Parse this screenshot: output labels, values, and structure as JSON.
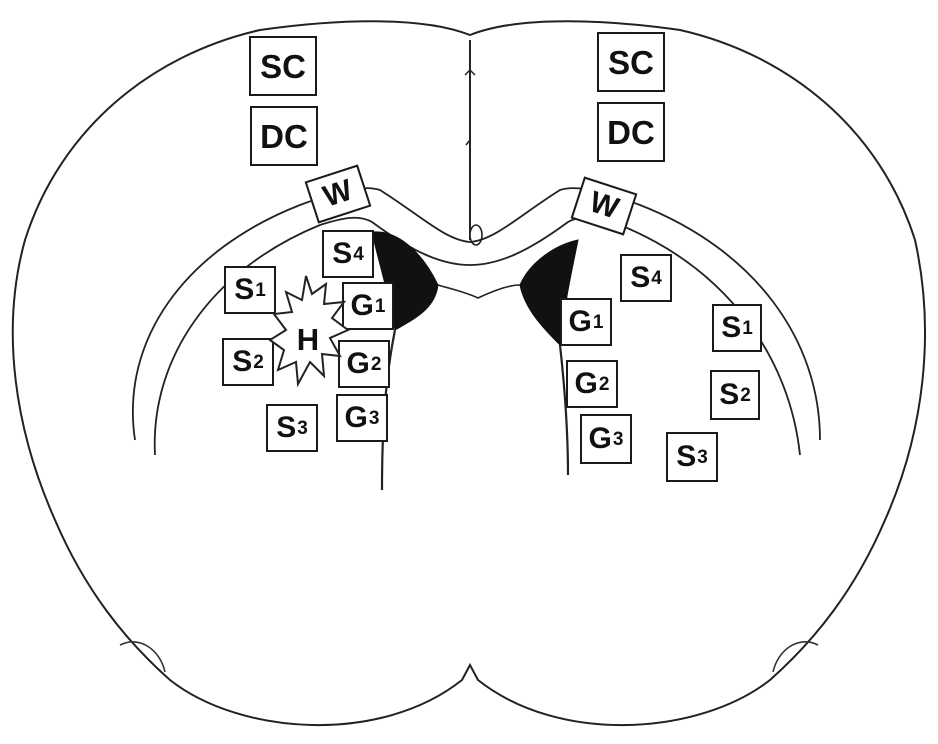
{
  "diagram": {
    "hemorrhage": {
      "label": "H"
    },
    "left_hemisphere": {
      "sc": {
        "label": "SC"
      },
      "dc": {
        "label": "DC"
      },
      "w": {
        "label": "W"
      },
      "s1": {
        "letter": "S",
        "sub": "1"
      },
      "s2": {
        "letter": "S",
        "sub": "2"
      },
      "s3": {
        "letter": "S",
        "sub": "3"
      },
      "s4": {
        "letter": "S",
        "sub": "4"
      },
      "g1": {
        "letter": "G",
        "sub": "1"
      },
      "g2": {
        "letter": "G",
        "sub": "2"
      },
      "g3": {
        "letter": "G",
        "sub": "3"
      }
    },
    "right_hemisphere": {
      "sc": {
        "label": "SC"
      },
      "dc": {
        "label": "DC"
      },
      "w": {
        "label": "W"
      },
      "s1": {
        "letter": "S",
        "sub": "1"
      },
      "s2": {
        "letter": "S",
        "sub": "2"
      },
      "s3": {
        "letter": "S",
        "sub": "3"
      },
      "s4": {
        "letter": "S",
        "sub": "4"
      },
      "g1": {
        "letter": "G",
        "sub": "1"
      },
      "g2": {
        "letter": "G",
        "sub": "2"
      },
      "g3": {
        "letter": "G",
        "sub": "3"
      }
    }
  }
}
